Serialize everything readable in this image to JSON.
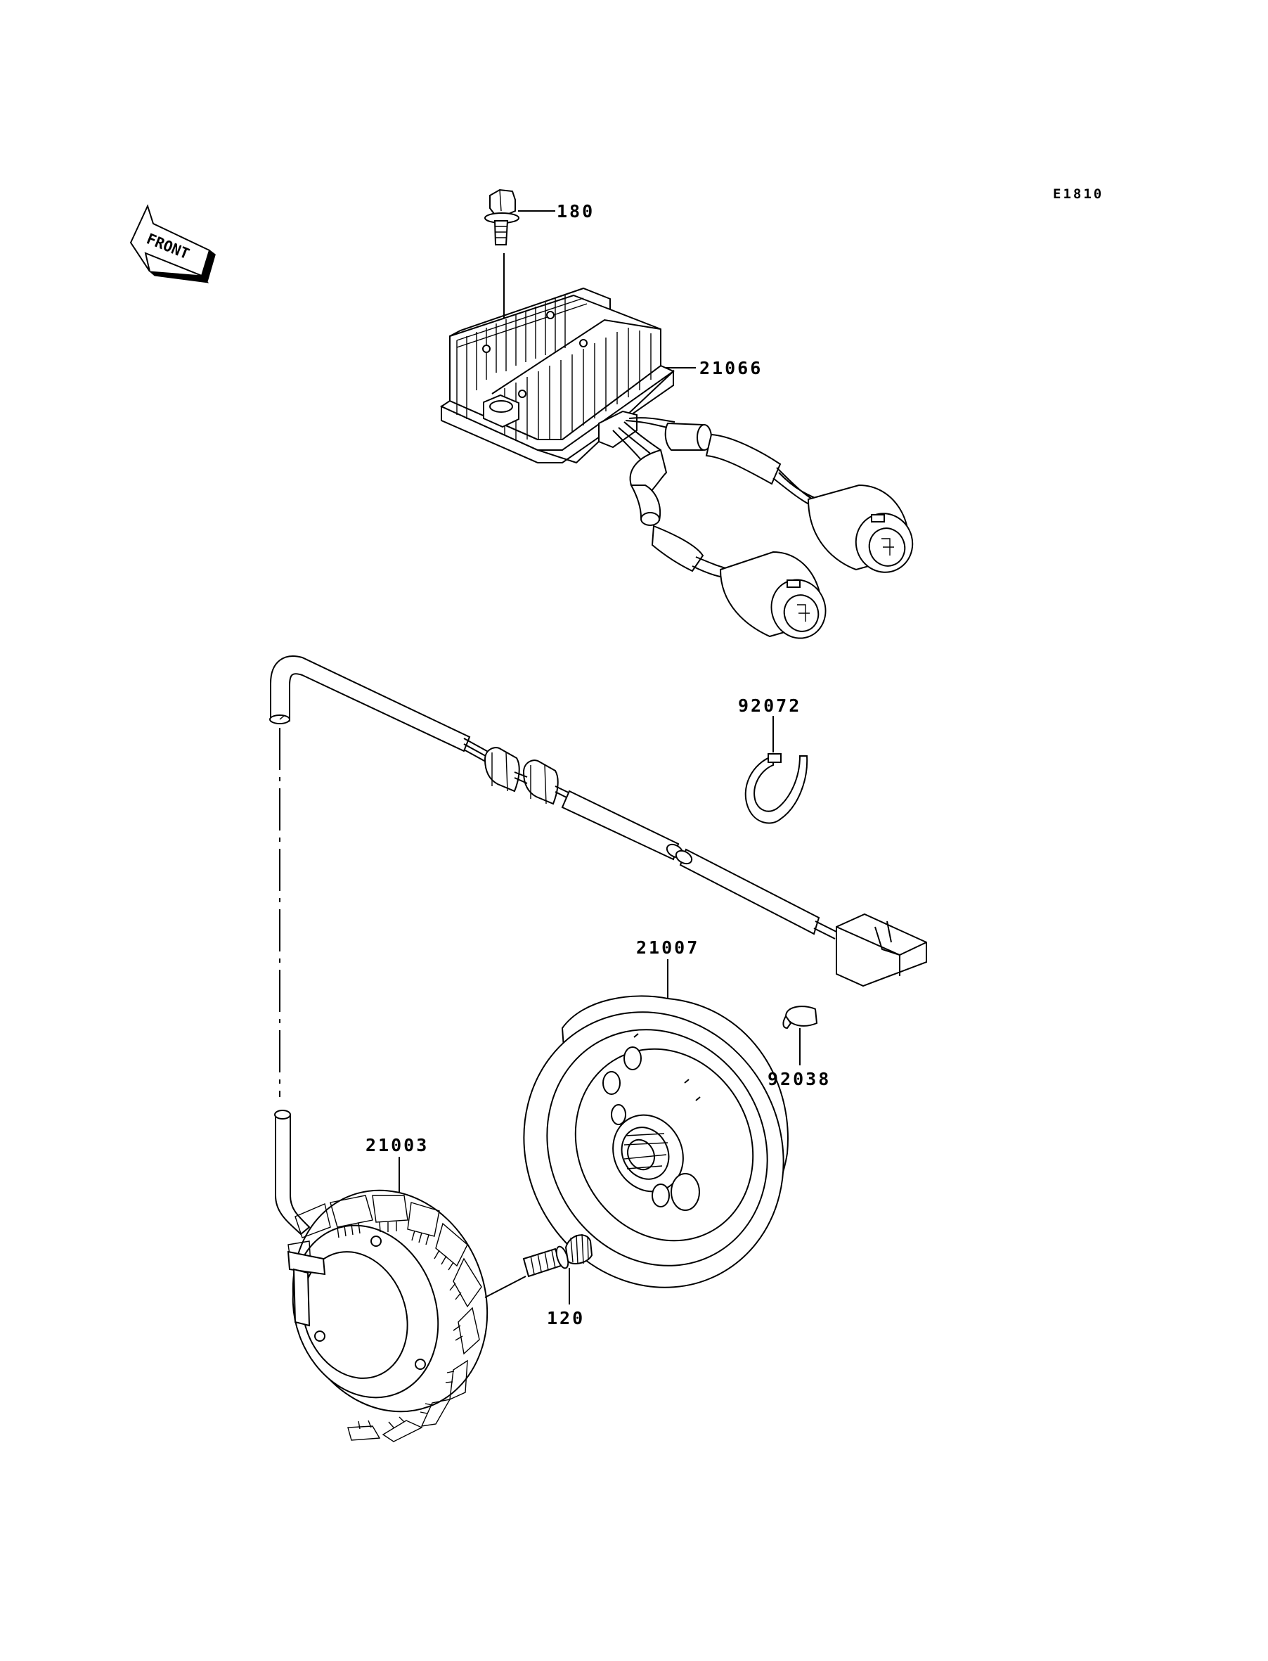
{
  "diagram_code": "E1810",
  "direction_marker": "FRONT",
  "callouts": [
    {
      "id": "c180",
      "label": "180"
    },
    {
      "id": "c21066",
      "label": "21066"
    },
    {
      "id": "c92072",
      "label": "92072"
    },
    {
      "id": "c21007",
      "label": "21007"
    },
    {
      "id": "c92038",
      "label": "92038"
    },
    {
      "id": "c21003",
      "label": "21003"
    },
    {
      "id": "c120",
      "label": "120"
    }
  ]
}
